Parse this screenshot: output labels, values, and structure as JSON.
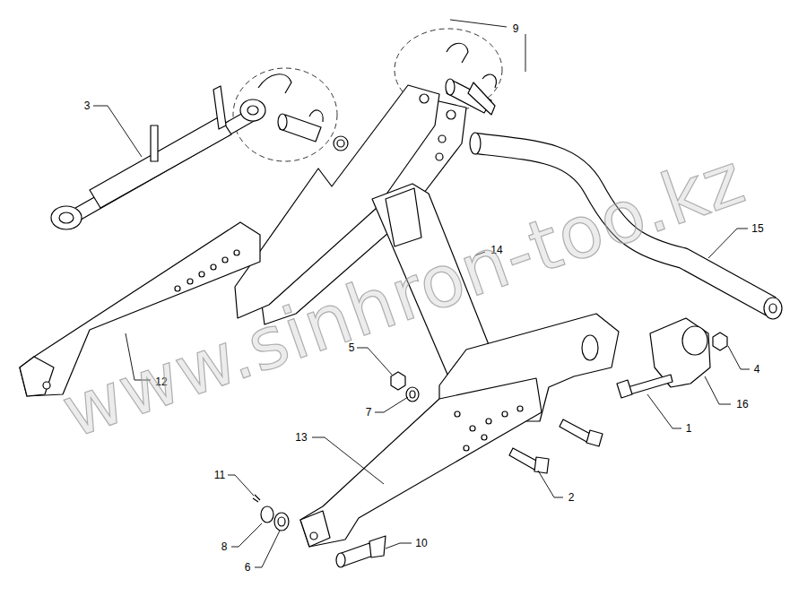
{
  "diagram": {
    "labels": [
      "3",
      "9",
      "14",
      "15",
      "5",
      "7",
      "12",
      "4",
      "16",
      "1",
      "13",
      "2",
      "11",
      "8",
      "6",
      "10",
      "www.sinhron-too.kz"
    ]
  }
}
